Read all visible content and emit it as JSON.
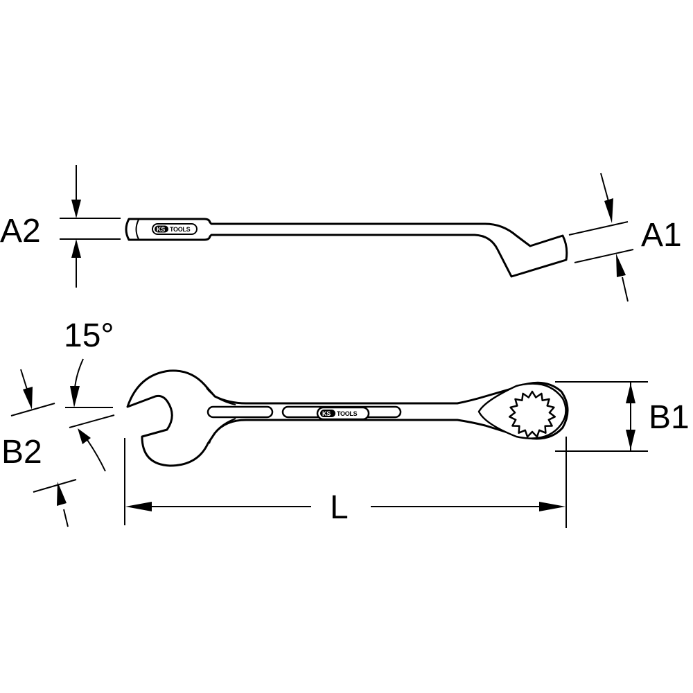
{
  "figure": {
    "type": "technical-dimension-drawing",
    "subject": "offset combination ratchet wrench",
    "colors": {
      "line": "#000000",
      "background": "#ffffff"
    }
  },
  "side_view": {
    "logo": {
      "brand_left": "KS",
      "brand_right": "TOOLS"
    },
    "dimensions": {
      "a2": {
        "label": "A2"
      },
      "a1": {
        "label": "A1"
      }
    }
  },
  "top_view": {
    "logo": {
      "brand_left": "KS",
      "brand_right": "TOOLS"
    },
    "ring_points": 15,
    "dimensions": {
      "angle": {
        "label": "15°"
      },
      "b2": {
        "label": "B2"
      },
      "b1": {
        "label": "B1"
      },
      "length": {
        "label": "L"
      }
    }
  }
}
